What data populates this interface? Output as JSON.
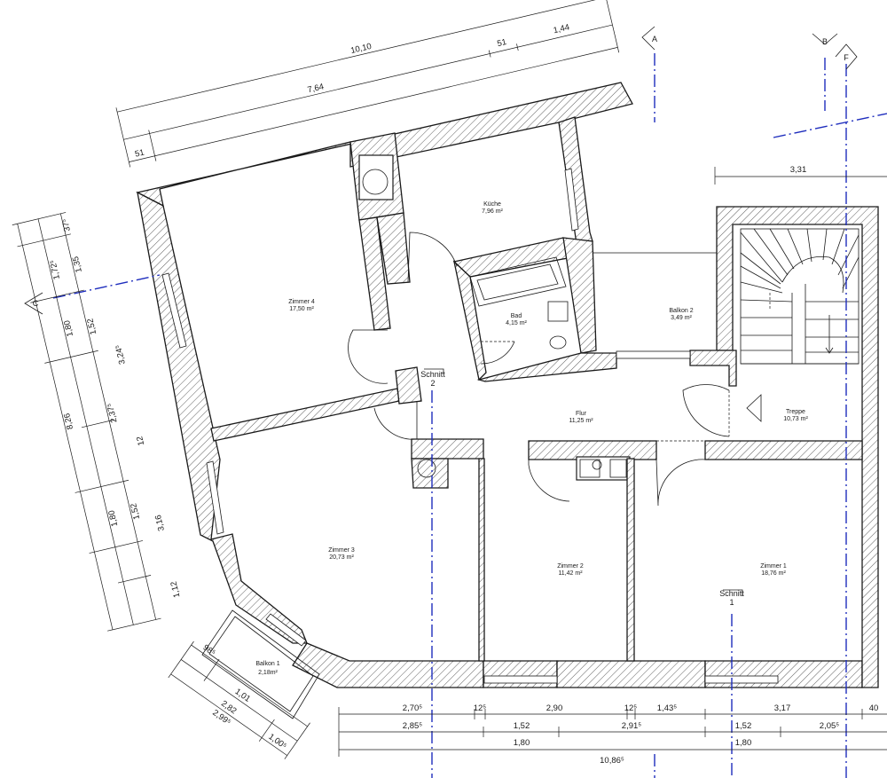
{
  "rooms": [
    {
      "name": "Zimmer 4",
      "area": "17,50 m²"
    },
    {
      "name": "Küche",
      "area": "7,96 m²"
    },
    {
      "name": "Bad",
      "area": "4,15 m²"
    },
    {
      "name": "Balkon 2",
      "area": "3,49 m²"
    },
    {
      "name": "Flur",
      "area": "11,25 m²"
    },
    {
      "name": "Treppe",
      "area": "10,73 m²"
    },
    {
      "name": "Zimmer 3",
      "area": "20,73 m²"
    },
    {
      "name": "Zimmer 2",
      "area": "11,42 m²"
    },
    {
      "name": "Zimmer 1",
      "area": "18,76 m²"
    },
    {
      "name": "Balkon 1",
      "area": "2,18m²"
    }
  ],
  "sections": [
    {
      "label": "Schnitt",
      "number": "2"
    },
    {
      "label": "Schnitt",
      "number": "1"
    }
  ],
  "axis_markers": [
    "A",
    "B",
    "F",
    "C"
  ],
  "dimensions": {
    "top": [
      "10,10",
      "7,64",
      "51",
      "1,44",
      "51"
    ],
    "top_right": "3,31",
    "left_outer": [
      "37⁵",
      "1,72⁵",
      "1,80",
      "8,26",
      "1,80"
    ],
    "left_middle": [
      "1,35",
      "1,52",
      "2,37⁵",
      "1,52"
    ],
    "left_inner": [
      "3,24⁵",
      "3,16",
      "1,12",
      "12"
    ],
    "balcony": [
      "98⁵",
      "1,01",
      "2,82",
      "2,99⁵",
      "1,00⁵"
    ],
    "bottom_row1": [
      "2,70⁵",
      "12⁵",
      "2,90",
      "12⁵",
      "1,43⁵",
      "3,17",
      "40"
    ],
    "bottom_row2": [
      "2,85⁵",
      "1,52",
      "2,91⁵",
      "1,52",
      "2,05⁵"
    ],
    "bottom_row3": [
      "1,80",
      "1,80"
    ],
    "bottom_total": "10,86⁵"
  }
}
